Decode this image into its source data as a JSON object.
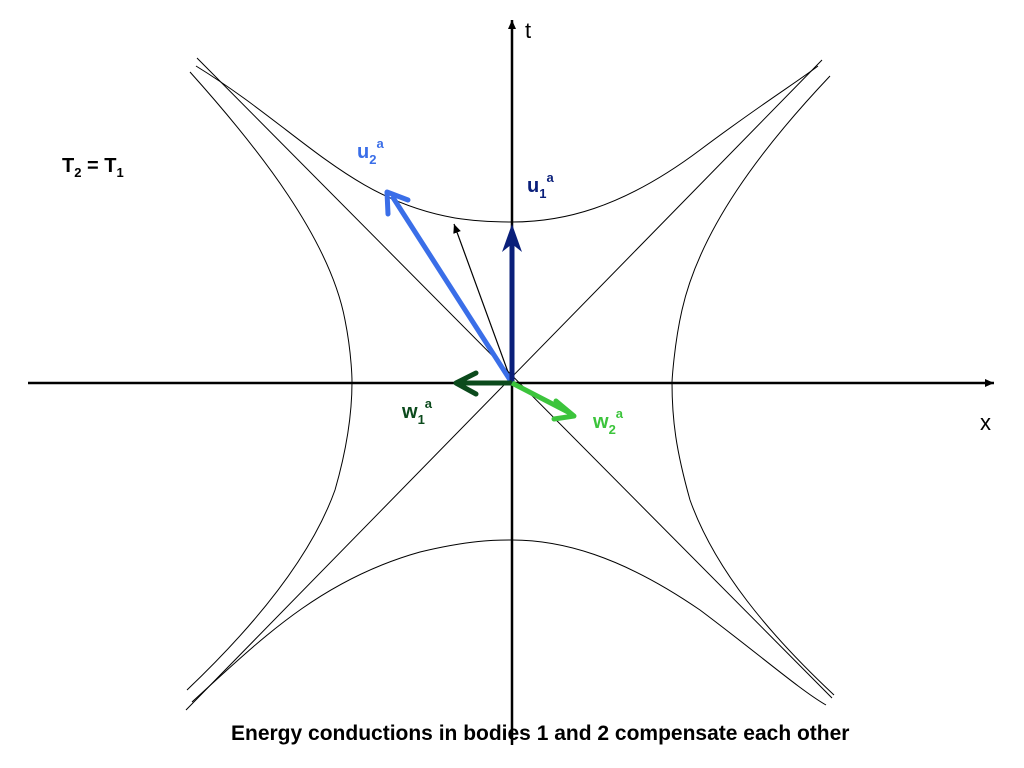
{
  "diagram": {
    "condition": {
      "T": "T",
      "sub2": "2",
      "eq": " = ",
      "sub1": "1"
    },
    "axes": {
      "x_label": "x",
      "t_label": "t"
    },
    "vectors": {
      "u1": {
        "base": "u",
        "sub": "1",
        "sup": "a",
        "color": "#0a1f7a"
      },
      "u2": {
        "base": "u",
        "sub": "2",
        "sup": "a",
        "color": "#3a6ee8"
      },
      "w1": {
        "base": "w",
        "sub": "1",
        "sup": "a",
        "color": "#0b4a1c"
      },
      "w2": {
        "base": "w",
        "sub": "2",
        "sup": "a",
        "color": "#3cc43c"
      }
    },
    "caption": "Energy conductions in bodies 1 and 2 compensate each other"
  }
}
